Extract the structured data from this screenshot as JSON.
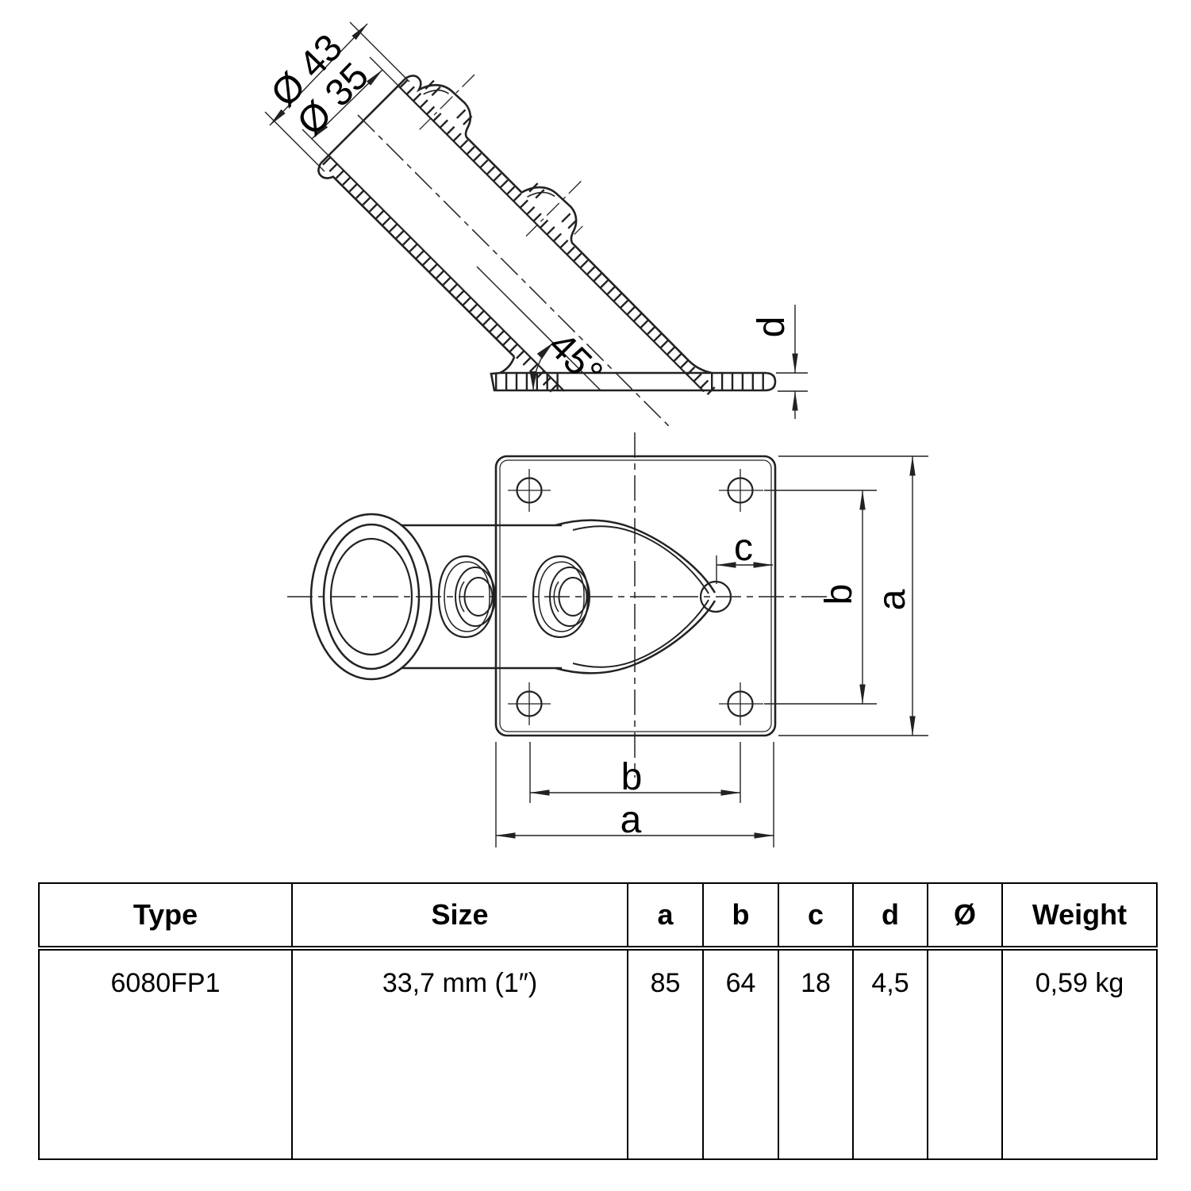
{
  "side_view": {
    "outer_diameter": "Ø 43",
    "inner_diameter": "Ø 35",
    "angle": "45°",
    "plate_thickness": "d"
  },
  "front_view": {
    "edge_distance": "c",
    "hole_spacing_vertical": "b",
    "plate_height": "a",
    "hole_spacing_horizontal": "b",
    "plate_width": "a"
  },
  "table": {
    "headers": [
      "Type",
      "Size",
      "a",
      "b",
      "c",
      "d",
      "Ø",
      "Weight"
    ],
    "row": {
      "type": "6080FP1",
      "size": "33,7 mm (1″)",
      "a": "85",
      "b": "64",
      "c": "18",
      "d": "4,5",
      "diameter": "",
      "weight": "0,59 kg"
    }
  }
}
